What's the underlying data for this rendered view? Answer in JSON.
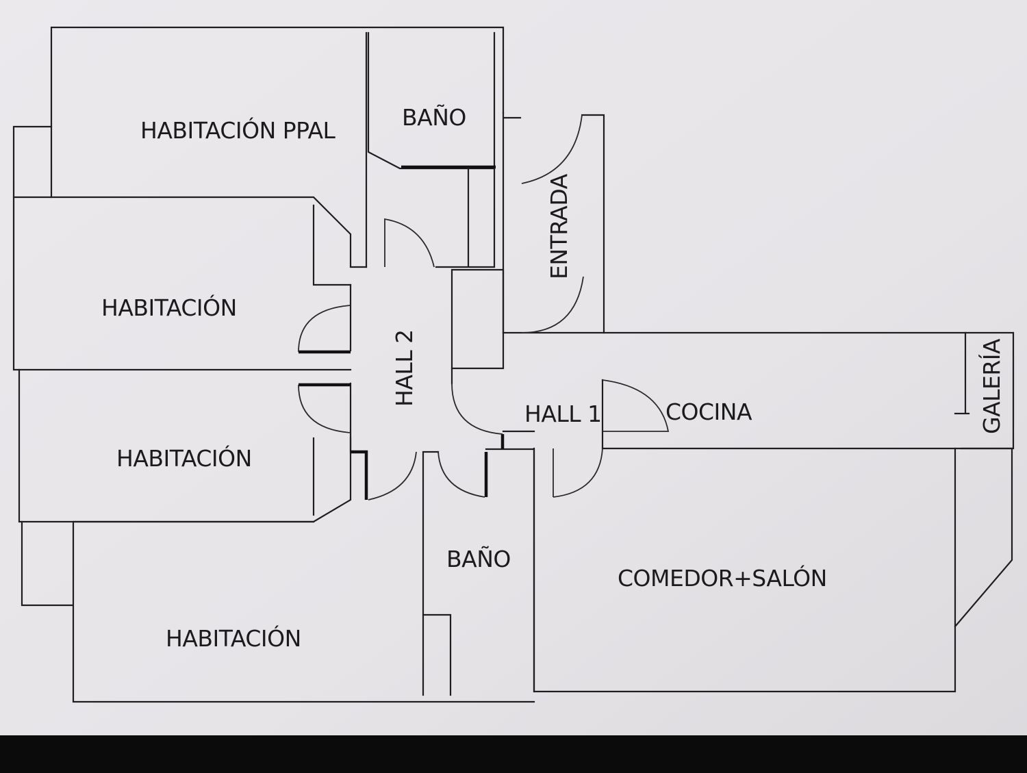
{
  "rooms": {
    "main_bedroom": "HABITACIÓN PPAL",
    "bathroom_top": "BAÑO",
    "entrance": "ENTRADA",
    "bedroom_1": "HABITACIÓN",
    "hall_2": "HALL 2",
    "bedroom_2": "HABITACIÓN",
    "hall_1": "HALL 1",
    "kitchen": "COCINA",
    "gallery": "GALERÍA",
    "bathroom_bottom": "BAÑO",
    "bedroom_3": "HABITACIÓN",
    "dining_living": "COMEDOR+SALÓN"
  },
  "colors": {
    "paper": "#e6e4e7",
    "line": "#1e1e1e",
    "frame": "#0b0b0b"
  }
}
